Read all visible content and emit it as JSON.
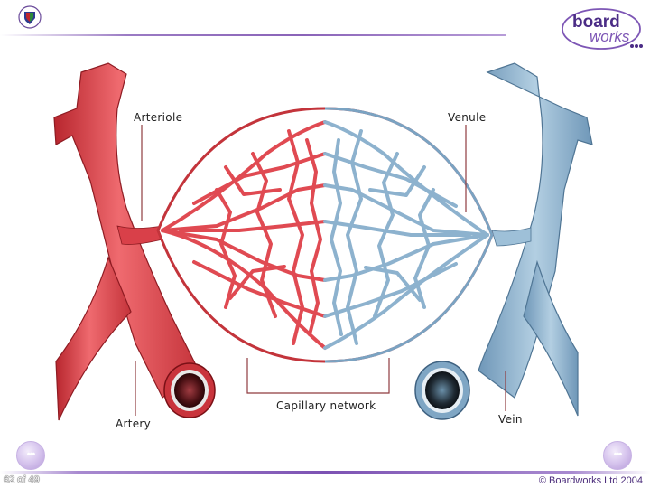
{
  "diagram": {
    "labels": {
      "arteriole": "Arteriole",
      "venule": "Venule",
      "capillary_network": "Capillary network",
      "artery": "Artery",
      "vein": "Vein"
    },
    "colors": {
      "artery": "#e0474f",
      "artery_dark": "#b8262e",
      "vein": "#8fb6d2",
      "vein_dark": "#5f8aab",
      "capillary_red": "#e24e55",
      "capillary_blue": "#8eb3cf"
    }
  },
  "header": {
    "logo_text_1": "board",
    "logo_text_2": "works"
  },
  "footer": {
    "page_indicator": "62 of 49",
    "copyright": "© Boardworks Ltd 2004",
    "prev_icon": "ellipsis-left-icon",
    "next_icon": "ellipsis-right-icon"
  }
}
